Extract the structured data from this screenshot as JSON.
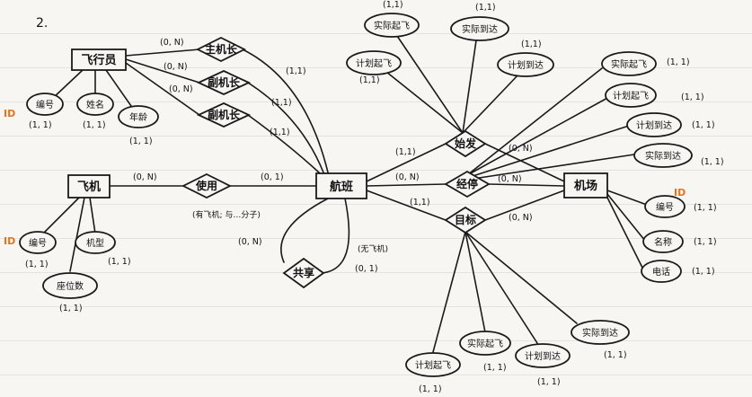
{
  "page_number": "2.",
  "entities": {
    "pilot": "飞行员",
    "plane": "飞机",
    "flight": "航班",
    "airport": "机场"
  },
  "relationships": {
    "captain": "主机长",
    "copilot1": "副机长",
    "copilot2": "副机长",
    "use": "使用",
    "share": "共享",
    "origin": "始发",
    "stopover": "经停",
    "destination": "目标"
  },
  "attributes": {
    "pilot_id": "编号",
    "pilot_name": "姓名",
    "pilot_age": "年龄",
    "plane_id": "编号",
    "plane_model": "机型",
    "plane_seats": "座位数",
    "airport_id": "编号",
    "airport_name": "名称",
    "airport_phone": "电话",
    "origin_actual_dep": "实际起飞",
    "origin_actual_arr": "实际到达",
    "origin_plan_dep": "计划起飞",
    "origin_plan_arr": "计划到达",
    "stop_actual_dep": "实际起飞",
    "stop_plan_dep": "计划起飞",
    "stop_plan_arr": "计划到达",
    "stop_actual_arr": "实际到达",
    "dest_plan_dep": "计划起飞",
    "dest_actual_dep": "实际起飞",
    "dest_plan_arr": "计划到达",
    "dest_actual_arr": "实际到达"
  },
  "cardinalities": {
    "pilot_captain": "(0, N)",
    "pilot_copilot1": "(0, N)",
    "pilot_copilot2": "(0, N)",
    "captain_flight": "(1,1)",
    "copilot1_flight": "(1,1)",
    "copilot2_flight": "(1,1)",
    "plane_use": "(0, N)",
    "use_flight": "(0, 1)",
    "flight_share_left": "(0, N)",
    "flight_share_right": "(0, 1)",
    "flight_origin": "(1,1)",
    "flight_stopover": "(0, N)",
    "flight_dest": "(1,1)",
    "origin_airport": "(0, N)",
    "stop_airport": "(0, N)",
    "dest_airport": "(0, N)",
    "attr_origin_actual_dep": "(1,1)",
    "attr_origin_actual_arr": "(1,1)",
    "attr_origin_plan_dep": "(1,1)",
    "attr_origin_plan_arr": "(1,1)",
    "attr_stop_actual_dep": "(1, 1)",
    "attr_stop_plan_dep": "(1, 1)",
    "attr_stop_plan_arr": "(1, 1)",
    "attr_stop_actual_arr": "(1, 1)",
    "attr_pilot_id": "(1, 1)",
    "attr_pilot_name": "(1, 1)",
    "attr_pilot_age": "(1, 1)",
    "attr_plane_id": "(1, 1)",
    "attr_plane_model": "(1, 1)",
    "attr_plane_seats": "(1, 1)",
    "attr_airport_id": "(1, 1)",
    "attr_airport_name": "(1, 1)",
    "attr_airport_phone": "(1, 1)",
    "attr_dest_plan_dep": "(1, 1)",
    "attr_dest_actual_dep": "(1, 1)",
    "attr_dest_plan_arr": "(1, 1)",
    "attr_dest_actual_arr": "(1, 1)"
  },
  "notes": {
    "use_note": "(有飞机; 与…分子)",
    "share_note": "(无飞机)"
  },
  "id_marker": "ID"
}
